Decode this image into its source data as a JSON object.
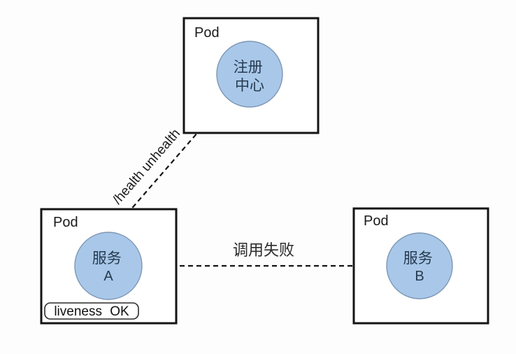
{
  "diagram": {
    "background": "#fdfdfd",
    "colors": {
      "box_border": "#141414",
      "circle_fill": "#a9c8e9",
      "circle_stroke": "#7d97b4",
      "circle_text": "#263a50",
      "line": "#141414"
    },
    "pods": {
      "registry": {
        "label": "Pod",
        "node_line1": "注册",
        "node_line2": "中心"
      },
      "service_a": {
        "label": "Pod",
        "node_line1": "服务",
        "node_line2": "A",
        "badge_label": "liveness OK"
      },
      "service_b": {
        "label": "Pod",
        "node_line1": "服务",
        "node_line2": "B"
      }
    },
    "arrows": {
      "health_check": {
        "label": "/health unhealth",
        "from": "service-a",
        "to": "registry"
      },
      "service_call": {
        "label": "调用失败",
        "from": "service-b",
        "to": "service-a"
      }
    }
  }
}
